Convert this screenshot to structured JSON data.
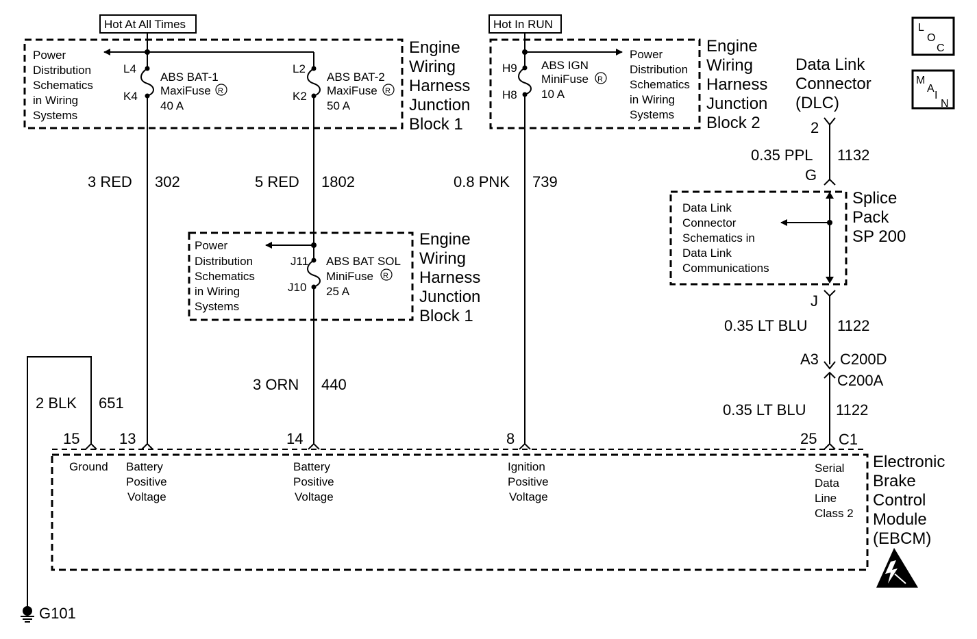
{
  "top_tags": {
    "hot_all_times": "Hot At All Times",
    "hot_in_run": "Hot In RUN"
  },
  "nav": {
    "loc": [
      "L",
      "O",
      "C"
    ],
    "main": [
      "M",
      "A",
      "I",
      "N"
    ]
  },
  "jb1_top": {
    "ref_text": [
      "Power",
      "Distribution",
      "Schematics",
      "in Wiring",
      "Systems"
    ],
    "title": [
      "Engine",
      "Wiring",
      "Harness",
      "Junction",
      "Block 1"
    ],
    "fuse1": {
      "pin_in": "L4",
      "pin_out": "K4",
      "name": "ABS BAT-1",
      "type": "MaxiFuse",
      "rating": "40 A"
    },
    "fuse2": {
      "pin_in": "L2",
      "pin_out": "K2",
      "name": "ABS BAT-2",
      "type": "MaxiFuse",
      "rating": "50 A"
    }
  },
  "jb2": {
    "ref_text": [
      "Power",
      "Distribution",
      "Schematics",
      "in Wiring",
      "Systems"
    ],
    "title": [
      "Engine",
      "Wiring",
      "Harness",
      "Junction",
      "Block 2"
    ],
    "fuse": {
      "pin_in": "H9",
      "pin_out": "H8",
      "name": "ABS IGN",
      "type": "MiniFuse",
      "rating": "10 A"
    }
  },
  "jb1_mid": {
    "ref_text": [
      "Power",
      "Distribution",
      "Schematics",
      "in Wiring",
      "Systems"
    ],
    "title": [
      "Engine",
      "Wiring",
      "Harness",
      "Junction",
      "Block 1"
    ],
    "fuse": {
      "pin_in": "J11",
      "pin_out": "J10",
      "name": "ABS BAT SOL",
      "type": "MiniFuse",
      "rating": "25 A"
    }
  },
  "dlc": {
    "title": [
      "Data Link",
      "Connector",
      "(DLC)"
    ],
    "pin": "2"
  },
  "splice": {
    "title": [
      "Splice",
      "Pack",
      "SP 200"
    ],
    "ref_text": [
      "Data Link",
      "Connector",
      "Schematics in",
      "Data Link",
      "Communications"
    ],
    "pin_top": "G",
    "pin_bottom": "J"
  },
  "wires": {
    "w302": {
      "gauge": "3 RED",
      "circuit": "302"
    },
    "w1802": {
      "gauge": "5 RED",
      "circuit": "1802"
    },
    "w739": {
      "gauge": "0.8 PNK",
      "circuit": "739"
    },
    "w1132": {
      "gauge": "0.35 PPL",
      "circuit": "1132"
    },
    "w440": {
      "gauge": "3 ORN",
      "circuit": "440"
    },
    "w1122a": {
      "gauge": "0.35 LT BLU",
      "circuit": "1122"
    },
    "w1122b": {
      "gauge": "0.35 LT BLU",
      "circuit": "1122"
    },
    "w651": {
      "gauge": "2 BLK",
      "circuit": "651"
    }
  },
  "connector": {
    "pin": "A3",
    "upper": "C200D",
    "lower": "C200A"
  },
  "ebcm": {
    "title": [
      "Electronic",
      "Brake",
      "Control",
      "Module",
      "(EBCM)"
    ],
    "connector": "C1",
    "pins": [
      {
        "num": "15",
        "label": [
          "Ground"
        ]
      },
      {
        "num": "13",
        "label": [
          "Battery",
          "Positive",
          "Voltage"
        ]
      },
      {
        "num": "14",
        "label": [
          "Battery",
          "Positive",
          "Voltage"
        ]
      },
      {
        "num": "8",
        "label": [
          "Ignition",
          "Positive",
          "Voltage"
        ]
      },
      {
        "num": "25",
        "label": [
          "Serial",
          "Data",
          "Line",
          "Class 2"
        ]
      }
    ]
  },
  "ground": {
    "label": "G101"
  },
  "fuse_mark": "R"
}
